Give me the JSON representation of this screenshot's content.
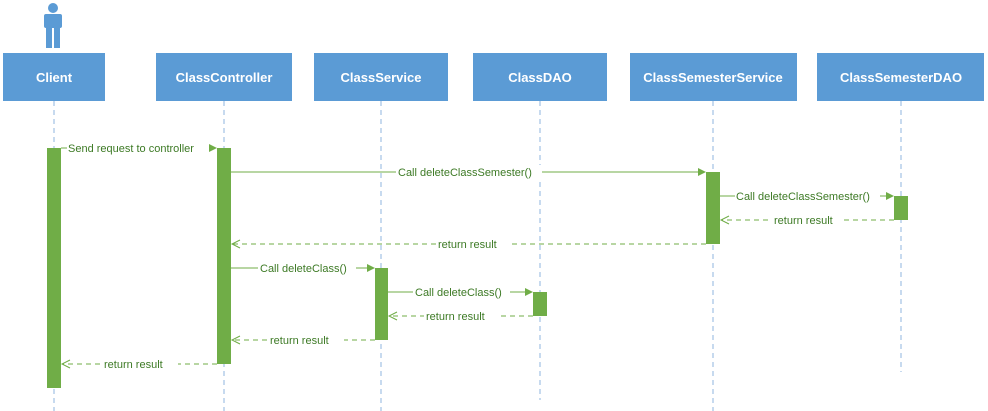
{
  "actor": {
    "icon": "person-icon"
  },
  "lifelines": [
    {
      "id": "client",
      "label": "Client"
    },
    {
      "id": "controller",
      "label": "ClassController"
    },
    {
      "id": "service",
      "label": "ClassService"
    },
    {
      "id": "dao",
      "label": "ClassDAO"
    },
    {
      "id": "semservice",
      "label": "ClassSemesterService"
    },
    {
      "id": "semdao",
      "label": "ClassSemesterDAO"
    }
  ],
  "messages": [
    {
      "id": "m1",
      "from": "client",
      "to": "controller",
      "label": "Send request to controller",
      "kind": "call"
    },
    {
      "id": "m2",
      "from": "controller",
      "to": "semservice",
      "label": "Call deleteClassSemester()",
      "kind": "call"
    },
    {
      "id": "m3",
      "from": "semservice",
      "to": "semdao",
      "label": "Call deleteClassSemester()",
      "kind": "call"
    },
    {
      "id": "m4",
      "from": "semdao",
      "to": "semservice",
      "label": "return result",
      "kind": "return"
    },
    {
      "id": "m5",
      "from": "semservice",
      "to": "controller",
      "label": "return result",
      "kind": "return"
    },
    {
      "id": "m6",
      "from": "controller",
      "to": "service",
      "label": "Call deleteClass()",
      "kind": "call"
    },
    {
      "id": "m7",
      "from": "service",
      "to": "dao",
      "label": "Call deleteClass()",
      "kind": "call"
    },
    {
      "id": "m8",
      "from": "dao",
      "to": "service",
      "label": "return result",
      "kind": "return"
    },
    {
      "id": "m9",
      "from": "service",
      "to": "controller",
      "label": "return result",
      "kind": "return"
    },
    {
      "id": "m10",
      "from": "controller",
      "to": "client",
      "label": "return result",
      "kind": "return"
    }
  ],
  "colors": {
    "lifeline_box": "#5b9bd5",
    "lifeline_text": "#ffffff",
    "activation": "#70ad47",
    "message": "#70ad47",
    "message_text": "#3d7a25"
  }
}
